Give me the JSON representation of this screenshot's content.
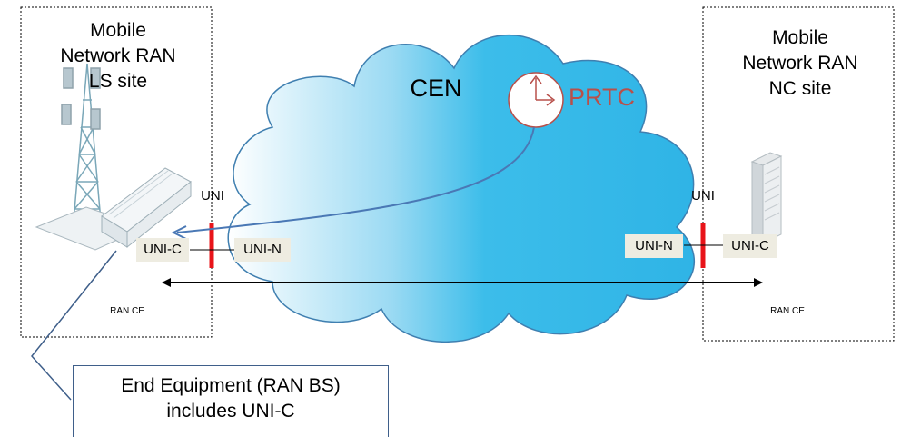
{
  "left_site": {
    "title_lines": [
      "Mobile",
      "Network RAN",
      "LS site"
    ],
    "ce_label": "RAN CE"
  },
  "right_site": {
    "title_lines": [
      "Mobile",
      "Network RAN",
      "NC site"
    ],
    "ce_label": "RAN CE"
  },
  "cloud": {
    "label": "CEN"
  },
  "prtc": {
    "label": "PRTC"
  },
  "uni": {
    "left_label": "UNI",
    "right_label": "UNI"
  },
  "interfaces": {
    "left_uni_c": "UNI-C",
    "left_uni_n": "UNI-N",
    "right_uni_n": "UNI-N",
    "right_uni_c": "UNI-C"
  },
  "callout": {
    "lines": [
      "End Equipment (RAN BS)",
      "includes UNI-C"
    ]
  },
  "colors": {
    "prtc": "#b8504b",
    "uni_bar": "#e8141a",
    "callout_border": "#3f5f8a",
    "cloud": "#3cbdea"
  }
}
